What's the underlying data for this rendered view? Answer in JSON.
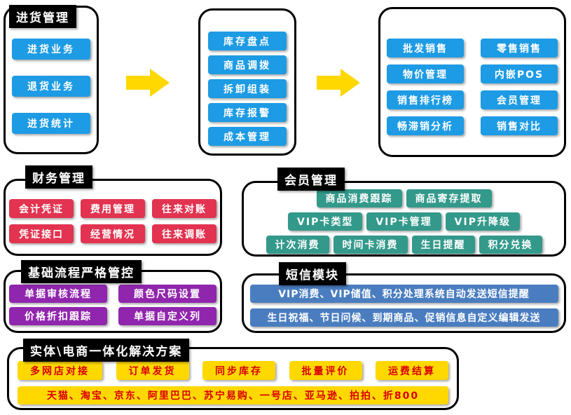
{
  "panels": {
    "purchase": {
      "title": "进货管理",
      "items": [
        "进货业务",
        "退货业务",
        "进货统计"
      ]
    },
    "inventory": {
      "items": [
        "库存盘点",
        "商品调拨",
        "拆卸组装",
        "库存报警",
        "成本管理"
      ]
    },
    "sales": {
      "items": [
        "批发销售",
        "零售销售",
        "物价管理",
        "内嵌POS",
        "销售排行榜",
        "会员管理",
        "畅滞销分析",
        "销售对比"
      ]
    },
    "finance": {
      "title": "财务管理",
      "items": [
        "会计凭证",
        "费用管理",
        "往来对账",
        "凭证接口",
        "经营情况",
        "往来调账"
      ]
    },
    "member": {
      "title": "会员管理",
      "row1": [
        "商品消费跟踪",
        "商品寄存提取"
      ],
      "row2": [
        "VIP卡类型",
        "VIP卡管理",
        "VIP升降级"
      ],
      "row3": [
        "计次消费",
        "时间卡消费",
        "生日提醒",
        "积分兑换"
      ]
    },
    "process": {
      "title": "基础流程严格管控",
      "items": [
        "单据审核流程",
        "颜色尺码设置",
        "价格折扣跟踪",
        "单据自定义列"
      ]
    },
    "sms": {
      "title": "短信模块",
      "lines": [
        "VIP消费、VIP储值、积分处理系统自动发送短信提醒",
        "生日祝福、节日问候、到期商品、促销信息自定义编辑发送"
      ]
    },
    "ecommerce": {
      "title": "实体\\电商一体化解决方案",
      "items": [
        "多网店对接",
        "订单发货",
        "同步库存",
        "批量评价",
        "运费结算"
      ],
      "platforms": "天猫、淘宝、京东、阿里巴巴、苏宁易购、一号店、亚马逊、拍拍、折800"
    }
  },
  "colors": {
    "module_blue": "#1d9be4",
    "finance_red": "#e23350",
    "member_teal": "#33998b",
    "process_purple": "#9026ad",
    "sms_blue": "#4a7dc0",
    "ecommerce_yellow": "#ffd800",
    "ecommerce_text_red": "#d80000",
    "arrow_yellow": "#ffd800",
    "title_bg": "#000000"
  }
}
